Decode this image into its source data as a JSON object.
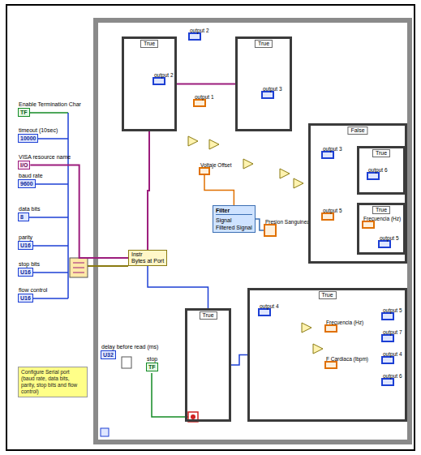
{
  "diagram": {
    "nodes": [
      {
        "text": [
          "True"
        ]
      },
      {
        "text": [
          "output 2"
        ],
        "in": 0
      },
      {
        "text": [
          "True"
        ]
      },
      {
        "text": [
          "output 3"
        ],
        "in": 2
      },
      {
        "text": [
          "output 1"
        ]
      },
      {
        "text": [
          "output 2"
        ]
      },
      {
        "text": [
          "Voltaje Offset"
        ]
      },
      {
        "text": [
          "Filter",
          "Signal",
          "Filtered Signal"
        ]
      },
      {
        "text": [
          "Presion Sanguinea"
        ]
      },
      {
        "text": [
          "False"
        ]
      },
      {
        "text": [
          "output 3"
        ],
        "in": 9
      },
      {
        "text": [
          "output 5"
        ],
        "in": 9
      },
      {
        "text": [
          "True"
        ],
        "in": 9
      },
      {
        "text": [
          "output 6"
        ],
        "in": 12
      },
      {
        "text": [
          "True"
        ],
        "in": 9
      },
      {
        "text": [
          "Frecuencia (Hz)"
        ],
        "in": 14
      },
      {
        "text": [
          "output 5"
        ],
        "in": 14
      },
      {
        "text": [
          "Configure Serial port (baud rate, data bits, parity, stop bits and flow control)"
        ]
      },
      {
        "text": [
          "Enable Termination Char",
          "TF"
        ]
      },
      {
        "text": [
          "timeout (10sec)",
          "10000"
        ]
      },
      {
        "text": [
          "VISA resource name",
          "I/O"
        ]
      },
      {
        "text": [
          "baud rate",
          "9600"
        ]
      },
      {
        "text": [
          "data bits",
          "8"
        ]
      },
      {
        "text": [
          "parity",
          "U16"
        ]
      },
      {
        "text": [
          "stop bits",
          "U16"
        ]
      },
      {
        "text": [
          "flow control",
          "U16"
        ]
      },
      {
        "text": [
          "Instr",
          "Bytes at Port"
        ]
      },
      {
        "text": [
          "True"
        ]
      },
      {
        "text": [
          "delay before read (ms)",
          "U32"
        ]
      },
      {
        "text": [
          "stop",
          "TF"
        ]
      },
      {
        "text": [
          "True"
        ]
      },
      {
        "text": [
          "output 4"
        ],
        "in": 30
      },
      {
        "text": [
          "Frecuencia (Hz)"
        ],
        "in": 30
      },
      {
        "text": [
          "F Cardiaca (lbpm)"
        ],
        "in": 30
      },
      {
        "text": [
          "output 5"
        ],
        "in": 30
      },
      {
        "text": [
          "output 7"
        ],
        "in": 30
      },
      {
        "text": [
          "output 4"
        ],
        "in": 30
      },
      {
        "text": [
          "output 6"
        ],
        "in": 30
      }
    ],
    "edges": [
      {
        "from": 0,
        "to": 2,
        "arrow": "none"
      },
      {
        "from": 26,
        "to": 0,
        "arrow": "none"
      },
      {
        "from": 7,
        "to": 8,
        "arrow": "none"
      },
      {
        "from": 6,
        "to": 7,
        "arrow": "none"
      },
      {
        "from": 26,
        "to": 27,
        "arrow": "none"
      },
      {
        "from": 27,
        "to": 30,
        "arrow": "none"
      },
      {
        "from": 20,
        "to": 26,
        "arrow": "none"
      }
    ]
  }
}
